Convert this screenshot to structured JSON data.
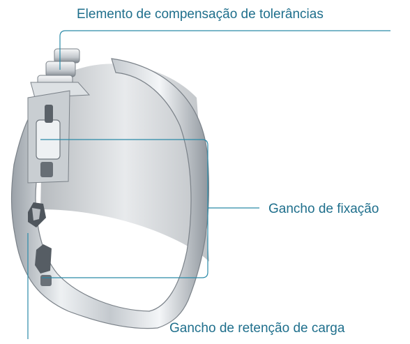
{
  "callouts": {
    "tolerance_element": "Elemento de compensação de tolerâncias",
    "fixing_hook": "Gancho de fixação",
    "load_retaining_hook": "Gancho de retenção de carga"
  },
  "colors": {
    "label_text": "#1f6f8c",
    "leader_line": "#2a8aa8",
    "metal_light": "#f2f4f6",
    "metal_mid": "#b9bec4",
    "metal_dark": "#6c737b"
  }
}
